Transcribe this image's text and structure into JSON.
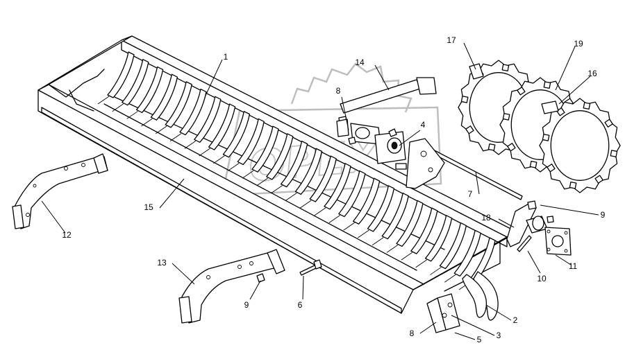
{
  "diagram": {
    "type": "exploded-parts-drawing",
    "watermark_text": "OPEX",
    "callouts": [
      "1",
      "2",
      "3",
      "4",
      "5",
      "6",
      "7",
      "8",
      "8",
      "9",
      "9",
      "10",
      "11",
      "12",
      "13",
      "14",
      "15",
      "16",
      "17",
      "18",
      "19"
    ],
    "colors": {
      "line": "#000000",
      "background": "#ffffff",
      "watermark": "#bdbdbd"
    }
  }
}
